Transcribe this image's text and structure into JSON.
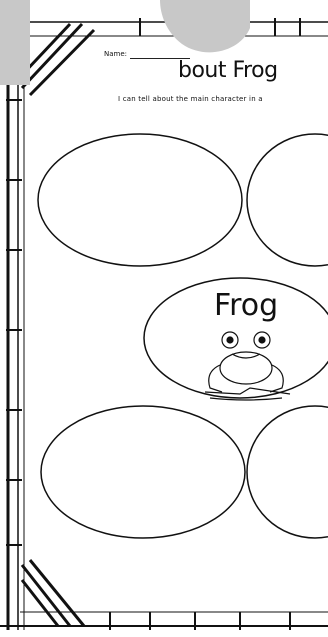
{
  "worksheet": {
    "name_label": "Name:",
    "title": "bout Frog",
    "subtitle": "I can tell about the main character in a",
    "center_label": "Frog"
  },
  "colors": {
    "ink": "#111111",
    "page": "#ffffff",
    "overlay": "#c8c8c8"
  }
}
